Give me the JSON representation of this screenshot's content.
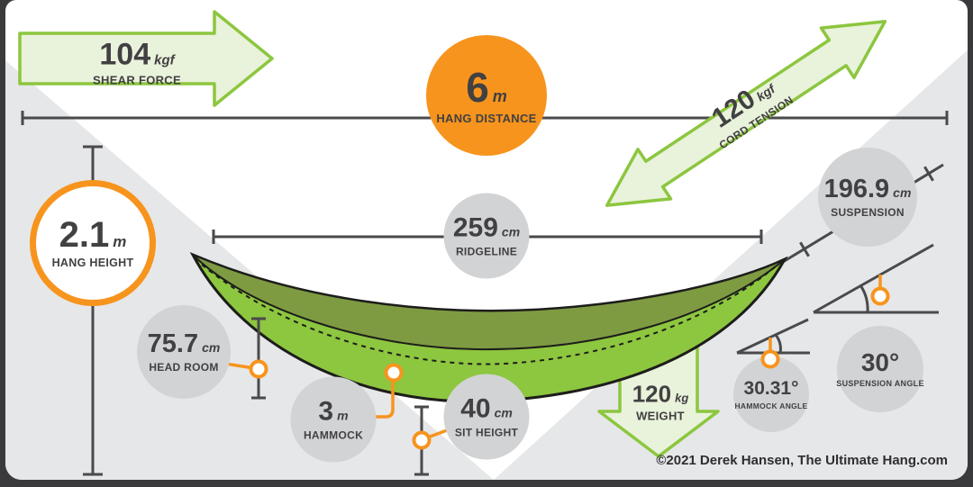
{
  "page": {
    "copyright": "©2021 Derek Hansen, The Ultimate Hang.com"
  },
  "colors": {
    "orange": "#F7941D",
    "arrow_border_green": "#8CC63E",
    "arrow_fill_green": "#E9F2DB",
    "hammock_green": "#8DC63F",
    "hammock_olive": "#7E9B42",
    "badge_gray": "#D2D3D4",
    "text_dark": "#414042",
    "background_gray": "#E6E7E8"
  },
  "metrics": {
    "shear_force": {
      "value": "104",
      "unit": "kgf",
      "label": "SHEAR FORCE"
    },
    "hang_distance": {
      "value": "6",
      "unit": "m",
      "label": "HANG DISTANCE"
    },
    "cord_tension": {
      "value": "120",
      "unit": "kgf",
      "label": "CORD TENSION"
    },
    "hang_height": {
      "value": "2.1",
      "unit": "m",
      "label": "HANG HEIGHT"
    },
    "ridgeline": {
      "value": "259",
      "unit": "cm",
      "label": "RIDGELINE"
    },
    "suspension": {
      "value": "196.9",
      "unit": "cm",
      "label": "SUSPENSION"
    },
    "head_room": {
      "value": "75.7",
      "unit": "cm",
      "label": "HEAD ROOM"
    },
    "hammock_length": {
      "value": "3",
      "unit": "m",
      "label": "HAMMOCK"
    },
    "sit_height": {
      "value": "40",
      "unit": "cm",
      "label": "SIT HEIGHT"
    },
    "weight": {
      "value": "120",
      "unit": "kg",
      "label": "WEIGHT"
    },
    "hammock_angle": {
      "value": "30.31°",
      "unit": "",
      "label": "HAMMOCK ANGLE"
    },
    "suspension_angle": {
      "value": "30°",
      "unit": "",
      "label": "SUSPENSION ANGLE"
    }
  }
}
